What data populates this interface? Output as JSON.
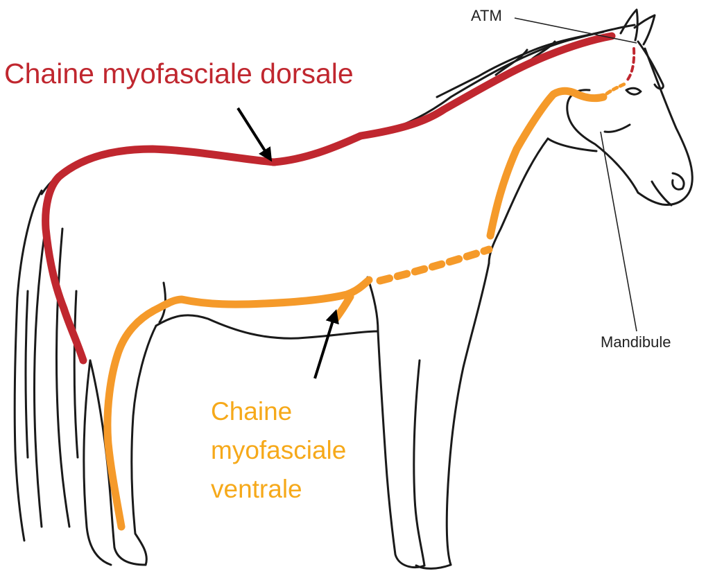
{
  "labels": {
    "dorsal_chain": "Chaine myofasciale dorsale",
    "ventral_chain": [
      "Chaine",
      "myofasciale",
      "ventrale"
    ],
    "tmj": "ATM",
    "mandible": "Mandibule"
  },
  "colors": {
    "dorsal": "#C0272F",
    "ventral": "#F59A2A",
    "ventral_text": "#F6A91A",
    "outline": "#1A1A1A",
    "pointer": "#000000",
    "leader": "#222222"
  },
  "icons": {
    "subject": "horse-illustration",
    "pointers": "arrow-icon"
  }
}
